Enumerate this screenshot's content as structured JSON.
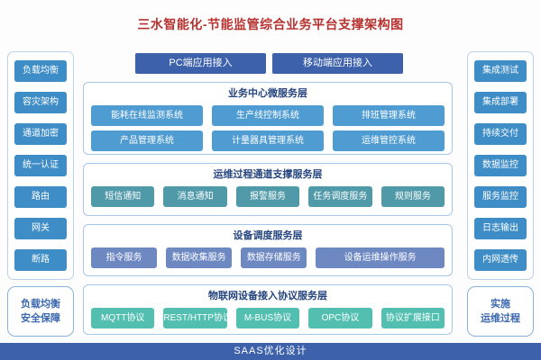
{
  "title": "三水智能化-节能监管综合业务平台支撑架构图",
  "top_access": {
    "pc": "PC端应用接入",
    "mobile": "移动端应用接入"
  },
  "left_sidebar": {
    "items": [
      "负载均衡",
      "容灾架构",
      "通道加密",
      "统一认证",
      "路由",
      "网关",
      "断路"
    ],
    "footer": [
      "负载均衡",
      "安全保障"
    ]
  },
  "right_sidebar": {
    "items": [
      "集成测试",
      "集成部署",
      "持续交付",
      "数据监控",
      "服务监控",
      "日志输出",
      "内网透传"
    ],
    "footer": [
      "实施",
      "运维过程"
    ]
  },
  "sections": [
    {
      "title": "业务中心微服务层",
      "chip_color": "#4f9cd2",
      "rows": [
        [
          "能耗在线监测系统",
          "生产线控制系统",
          "排班管理系统"
        ],
        [
          "产品管理系统",
          "计量器具管理系统",
          "运维管控系统"
        ]
      ]
    },
    {
      "title": "运维过程通道支撑服务层",
      "chip_color": "#4f99a9",
      "rows": [
        [
          "短信通知",
          "消息通知",
          "报警服务",
          "任务调度服务",
          "规则服务"
        ]
      ]
    },
    {
      "title": "设备调度服务层",
      "chip_color": "#6e88c2",
      "rows": [
        [
          "指令服务",
          "数据收集服务",
          "数据存储服务",
          "设备运维操作服务"
        ]
      ]
    },
    {
      "title": "物联网设备接入协议服务层",
      "chip_color": "#53bfb1",
      "rows": [
        [
          "MQTT协议",
          "REST/HTTP协议",
          "M-BUS协议",
          "OPC协议",
          "协议扩展接口"
        ]
      ]
    }
  ],
  "bottom_bar": "SAAS优化设计",
  "colors": {
    "title_red": "#b73230",
    "primary_blue": "#3d62ab",
    "sidebar_blue": "#3e8dc6",
    "section_border": "#aac6e6",
    "section_title_navy": "#25457e"
  }
}
